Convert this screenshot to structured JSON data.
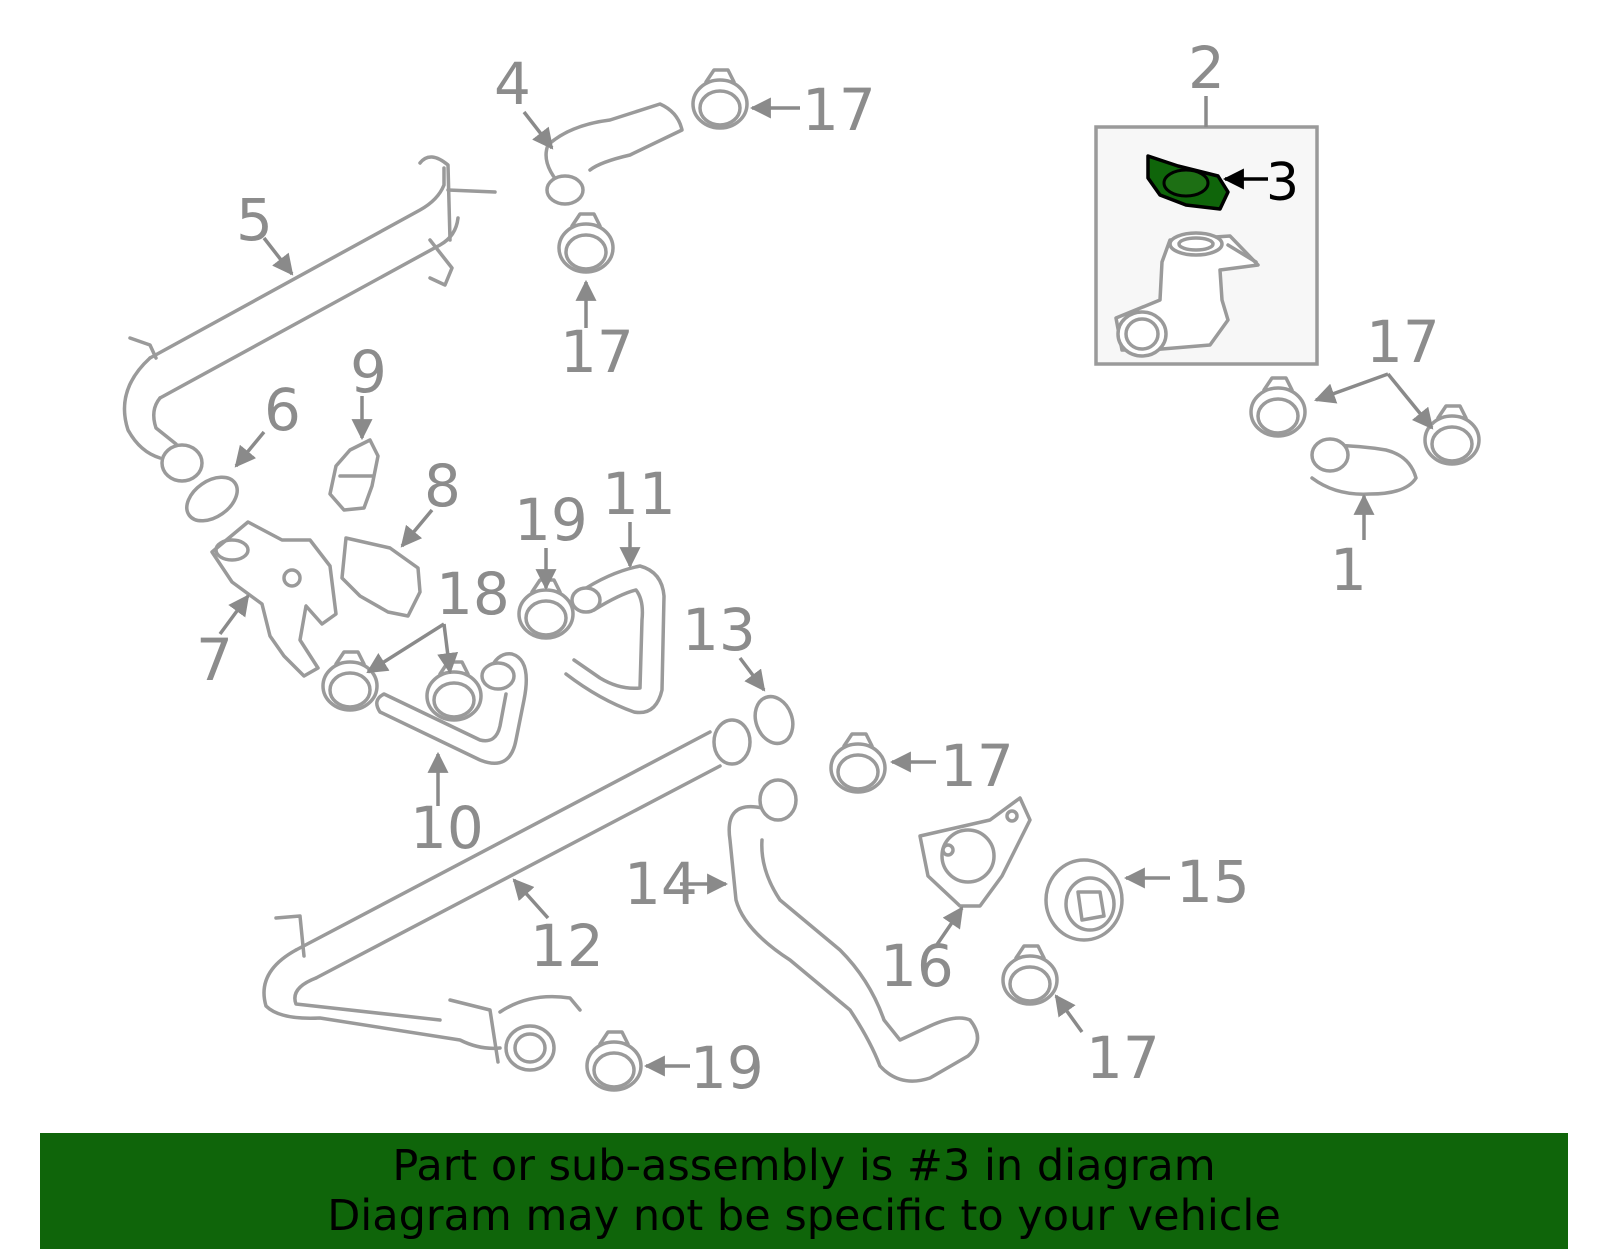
{
  "diagram": {
    "callouts": [
      "1",
      "2",
      "3",
      "4",
      "5",
      "6",
      "7",
      "8",
      "9",
      "10",
      "11",
      "12",
      "13",
      "14",
      "15",
      "16",
      "17",
      "18",
      "19"
    ],
    "highlighted_part": "3",
    "colors": {
      "highlight_fill": "#0f650a",
      "line_art": "#9a9a9a",
      "inset_background": "#f7f7f7"
    }
  },
  "banner": {
    "line1": "Part or sub-assembly is #3 in diagram",
    "line2": "Diagram may not be specific to your vehicle",
    "background": "#0f650a"
  }
}
